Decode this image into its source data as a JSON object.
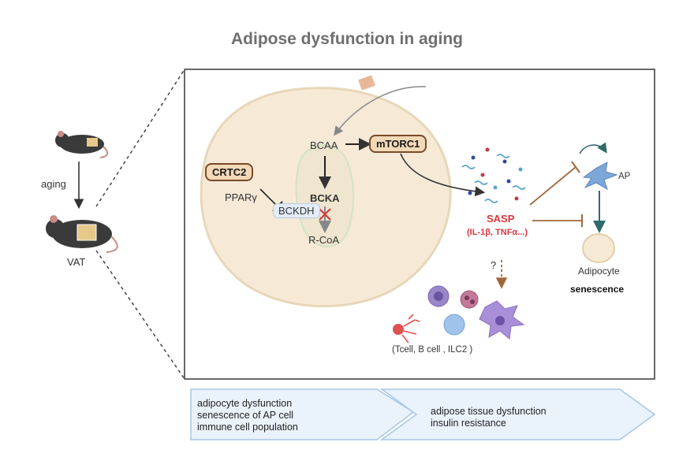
{
  "title": "Adipose dysfunction in aging",
  "left": {
    "aging": "aging",
    "vat": "VAT"
  },
  "cell": {
    "crtc2": "CRTC2",
    "ppar": "PPARγ",
    "bckdh": "BCKDH",
    "bcaa": "BCAA",
    "bcka": "BCKA",
    "rcoa": "R-CoA",
    "mtorc1": "mTORC1"
  },
  "sasp": {
    "title": "SASP",
    "detail": "(IL-1β, TNFα...)",
    "question": "?"
  },
  "immune": "(Tcell, B cell , ILC2 )",
  "right": {
    "ap": "AP",
    "adipocyte": "Adipocyte",
    "senescence": "senescence"
  },
  "bottom": {
    "left_lines": [
      "adipocyte dysfunction",
      "senescence of AP cell",
      "immune cell population"
    ],
    "right_lines": [
      "adipose tissue dysfunction",
      "insulin resistance"
    ]
  },
  "colors": {
    "cell_fill": "#f6ead7",
    "pill_fill": "#f3d9b8",
    "sasp_red": "#d9363e",
    "arrow_brown": "#a0683a",
    "ap_teal": "#2f6b6b"
  }
}
